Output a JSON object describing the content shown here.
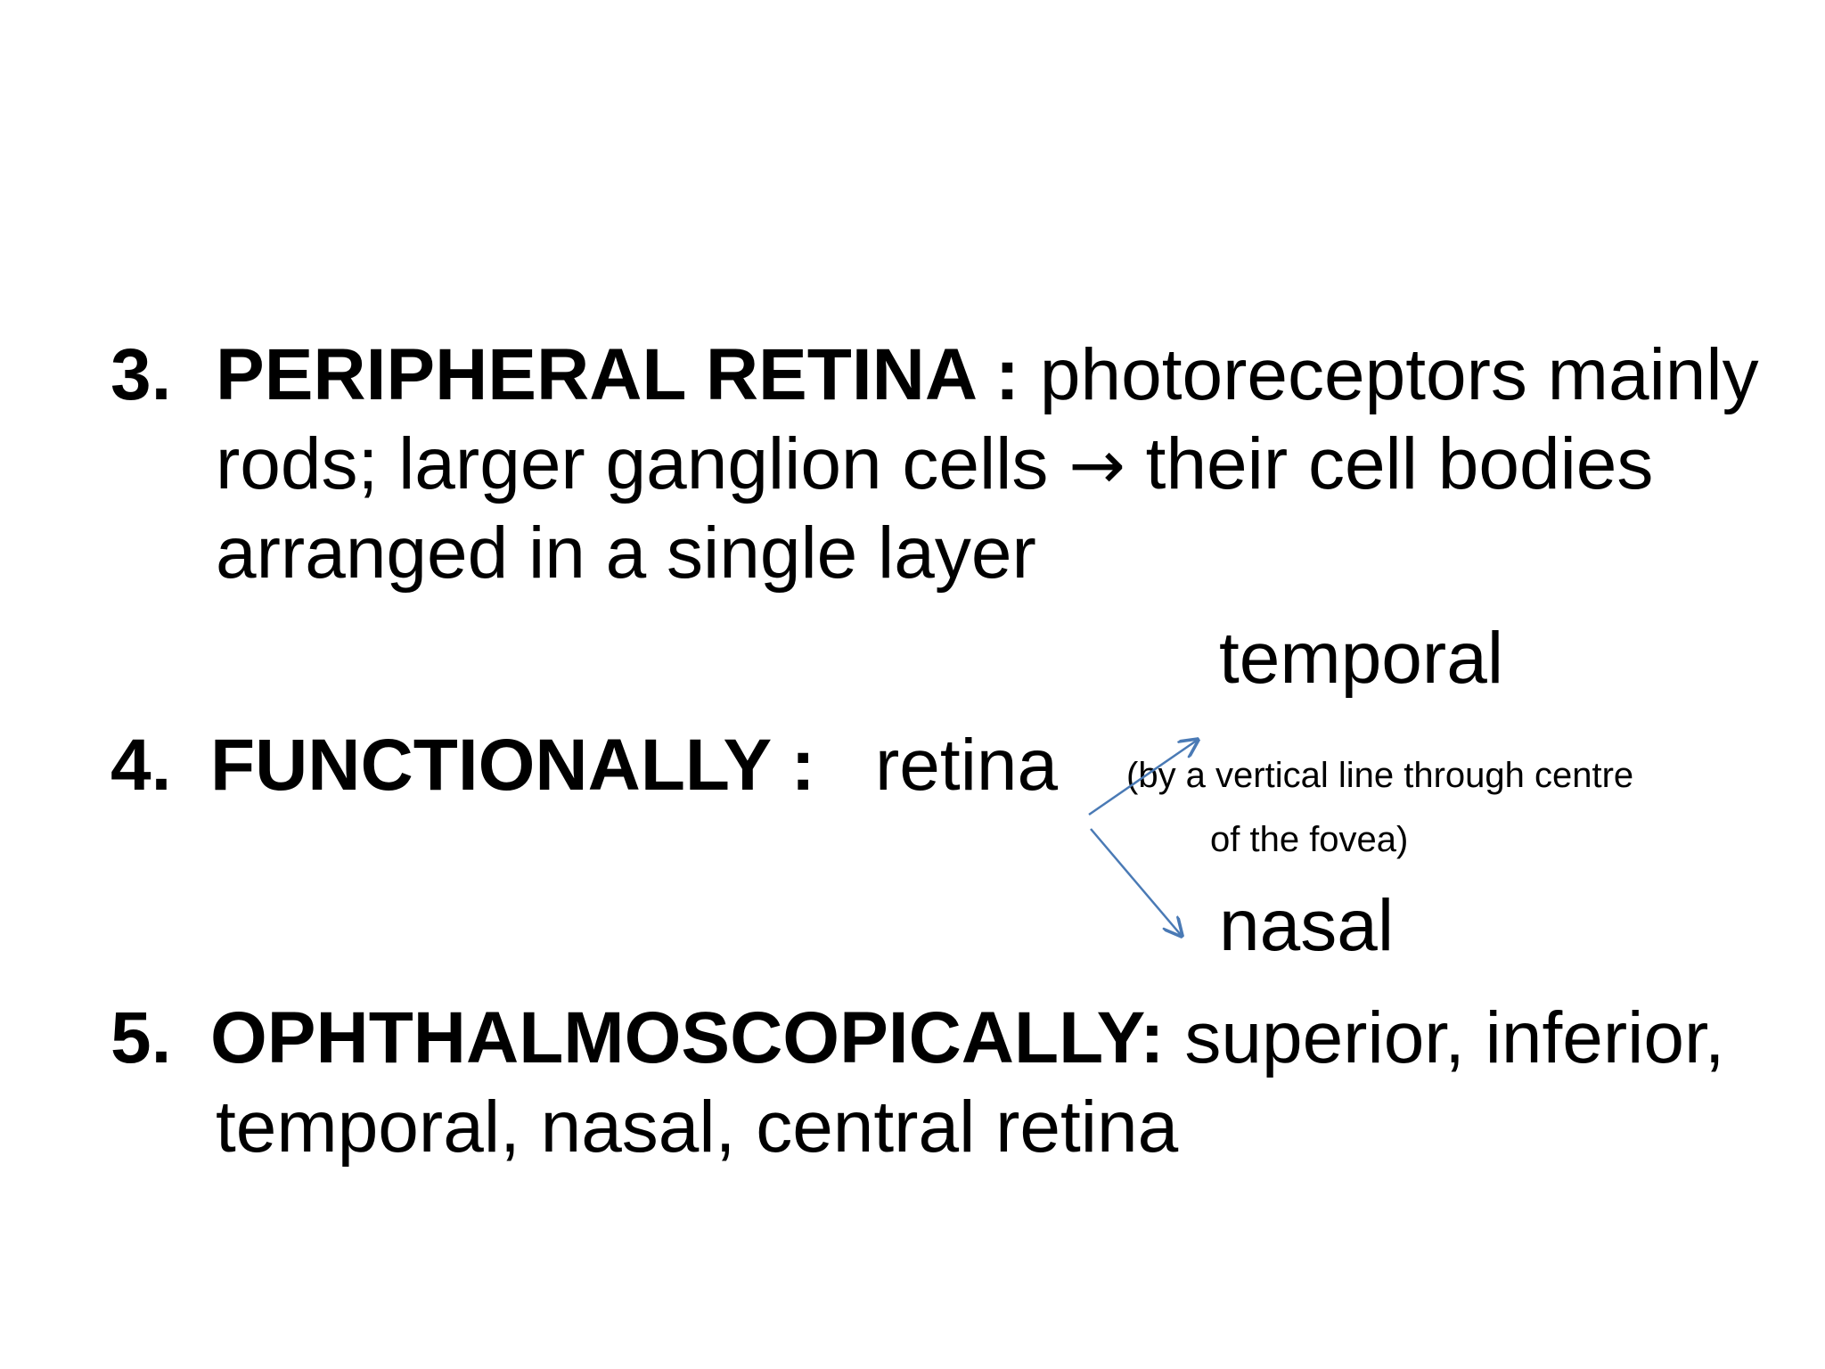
{
  "slide": {
    "item3": {
      "number": "3.",
      "heading": "PERIPHERAL RETINA :",
      "line1_rest": " photoreceptors mainly",
      "line2_a": "rods; larger ganglion cells ",
      "line2_arrow": "→",
      "line2_b": " their cell bodies",
      "line3": "arranged in a single layer"
    },
    "item4": {
      "number": "4.",
      "heading": "FUNCTIONALLY :",
      "word": "retina",
      "branch_top": "temporal",
      "branch_bottom": "nasal",
      "note_line1": "(by a vertical line through centre",
      "note_line2": "of the fovea)"
    },
    "item5": {
      "number": "5.",
      "heading": "OPHTHALMOSCOPICALLY:",
      "line1_rest": " superior, inferior,",
      "line2": "temporal, nasal, central retina"
    }
  },
  "colors": {
    "text": "#000000",
    "arrow": "#4a7ab5",
    "background": "#ffffff"
  }
}
